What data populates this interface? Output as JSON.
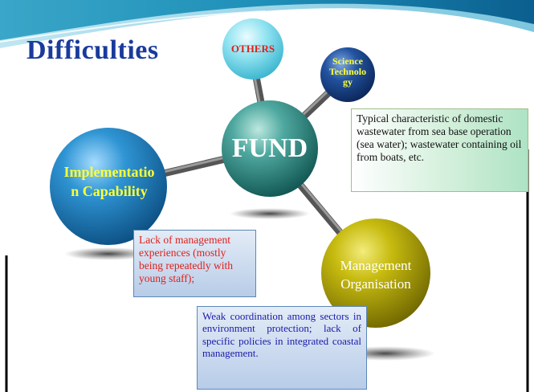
{
  "slide": {
    "title": "Difficulties",
    "nodes": {
      "others": "OTHERS",
      "science_line1": "Science",
      "science_line2": "Technolo",
      "science_line3": "gy",
      "fund": "FUND",
      "implementation_line1": "Implementatio",
      "implementation_line2": "n Capability",
      "management_line1": "Management",
      "management_line2": "Organisation"
    },
    "boxes": {
      "science_text": "Typical characteristic of domestic wastewater from sea base operation (sea water); wastewater containing oil from boats, etc.",
      "implementation_text": "Lack of management experiences (mostly being repeatedly with young staff);",
      "management_text": "Weak coordination among sectors in environment protection; lack of specific policies in integrated coastal management."
    },
    "colors": {
      "title": "#1a3b9c",
      "teal_ball": "#2f8f8a",
      "blue_ball": "#1e7fc4",
      "olive_ball": "#b3a800",
      "dark_blue_ball": "#1d3f8c",
      "cyan_ball": "#6fd3e6",
      "label_yellow": "#ffff33",
      "red_text": "#e0201b",
      "blue_text": "#1a1aa8"
    }
  }
}
